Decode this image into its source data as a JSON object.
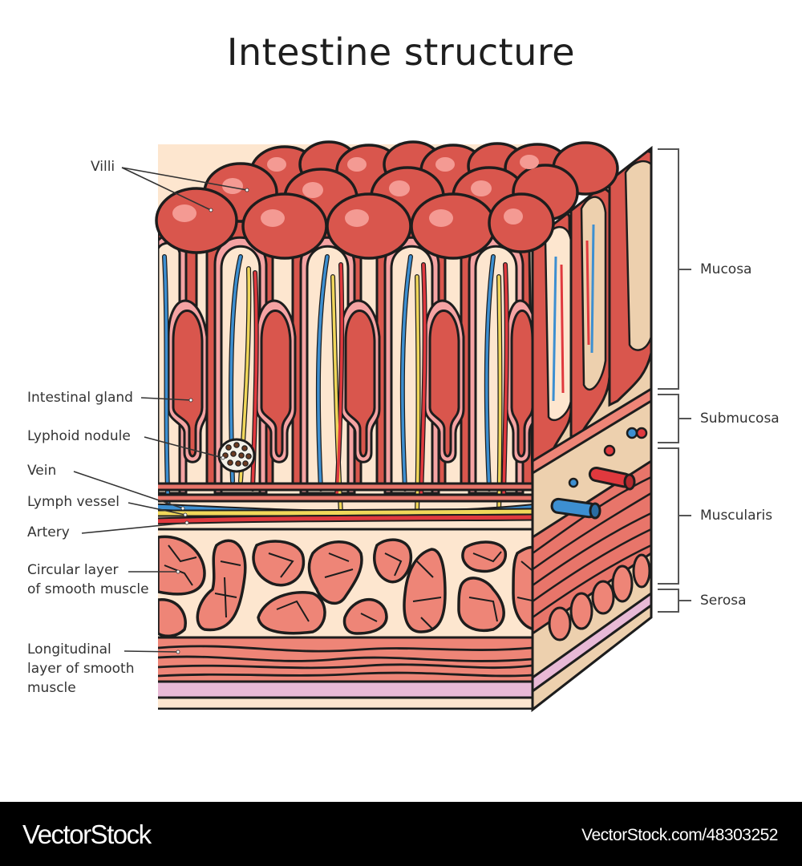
{
  "title": "Intestine structure",
  "colors": {
    "villus_outer": "#d9564d",
    "villus_light": "#e8756a",
    "villus_highlight": "#f49a93",
    "epithelium_pink": "#f5a3a3",
    "lamina": "#fde6cf",
    "side_face": "#edd0ae",
    "vein": "#3d8fd1",
    "artery": "#e0393e",
    "lymph": "#f1d75a",
    "muscle": "#ee8577",
    "serosa": "#e8b9d6",
    "outline": "#1d1d1d"
  },
  "left_labels": [
    {
      "id": "villi",
      "text": "Villi"
    },
    {
      "id": "intestinal-gland",
      "text": "Intestinal gland"
    },
    {
      "id": "lymphoid-nodule",
      "text": "Lyphoid nodule"
    },
    {
      "id": "vein",
      "text": "Vein"
    },
    {
      "id": "lymph-vessel",
      "text": "Lymph vessel"
    },
    {
      "id": "artery",
      "text": "Artery"
    },
    {
      "id": "circular-muscle",
      "text": "Circular layer\nof smooth muscle"
    },
    {
      "id": "longitudinal-muscle",
      "text": "Longitudinal\nlayer of smooth\nmuscle"
    }
  ],
  "right_labels": [
    {
      "id": "mucosa",
      "text": "Mucosa"
    },
    {
      "id": "submucosa",
      "text": "Submucosa"
    },
    {
      "id": "muscularis",
      "text": "Muscularis"
    },
    {
      "id": "serosa",
      "text": "Serosa"
    }
  ],
  "footer": {
    "brand": "VectorStock",
    "url": "VectorStock.com/48303252"
  }
}
